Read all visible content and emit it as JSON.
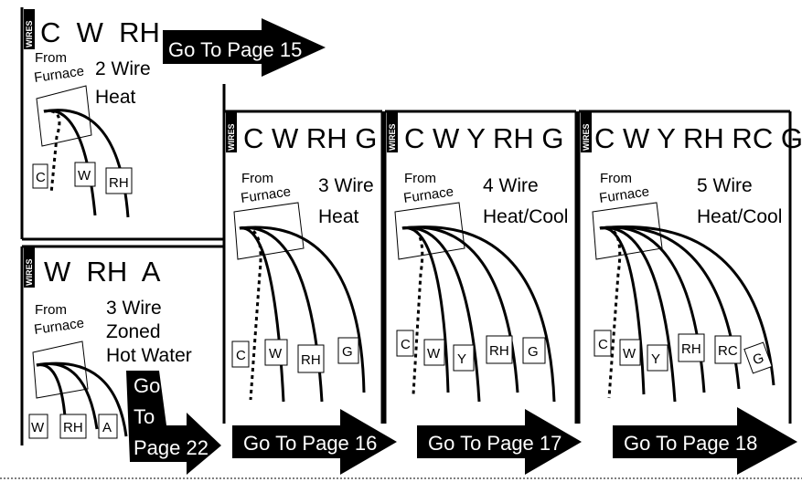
{
  "panels": [
    {
      "id": "p1",
      "title": "C  W  RH",
      "side_tab": "WIRES",
      "from_line1": "From",
      "from_line2": "Furnace",
      "desc": [
        "2 Wire",
        "Heat"
      ],
      "terminals": [
        "C",
        "W",
        "RH"
      ],
      "arrow_label": "Go To Page 15"
    },
    {
      "id": "p2",
      "title": "W  RH  A",
      "side_tab": "WIRES",
      "from_line1": "From",
      "from_line2": "Furnace",
      "desc": [
        "3 Wire",
        "Zoned",
        "Hot Water"
      ],
      "terminals": [
        "W",
        "RH",
        "A"
      ],
      "arrow_label_lines": [
        "Go",
        "To",
        "Page 22"
      ]
    },
    {
      "id": "p3",
      "title": "C W RH G",
      "side_tab": "WIRES",
      "from_line1": "From",
      "from_line2": "Furnace",
      "desc": [
        "3 Wire",
        "Heat"
      ],
      "terminals": [
        "C",
        "W",
        "RH",
        "G"
      ],
      "arrow_label": "Go To Page 16"
    },
    {
      "id": "p4",
      "title": "C W Y RH G",
      "side_tab": "WIRES",
      "from_line1": "From",
      "from_line2": "Furnace",
      "desc": [
        "4 Wire",
        "Heat/Cool"
      ],
      "terminals": [
        "C",
        "W",
        "Y",
        "RH",
        "G"
      ],
      "arrow_label": "Go To Page 17"
    },
    {
      "id": "p5",
      "title": "C W Y RH RC G",
      "side_tab": "WIRES",
      "from_line1": "From",
      "from_line2": "Furnace",
      "desc": [
        "5 Wire",
        "Heat/Cool"
      ],
      "terminals": [
        "C",
        "W",
        "Y",
        "RH",
        "RC",
        "G"
      ],
      "arrow_label": "Go To Page 18"
    }
  ]
}
